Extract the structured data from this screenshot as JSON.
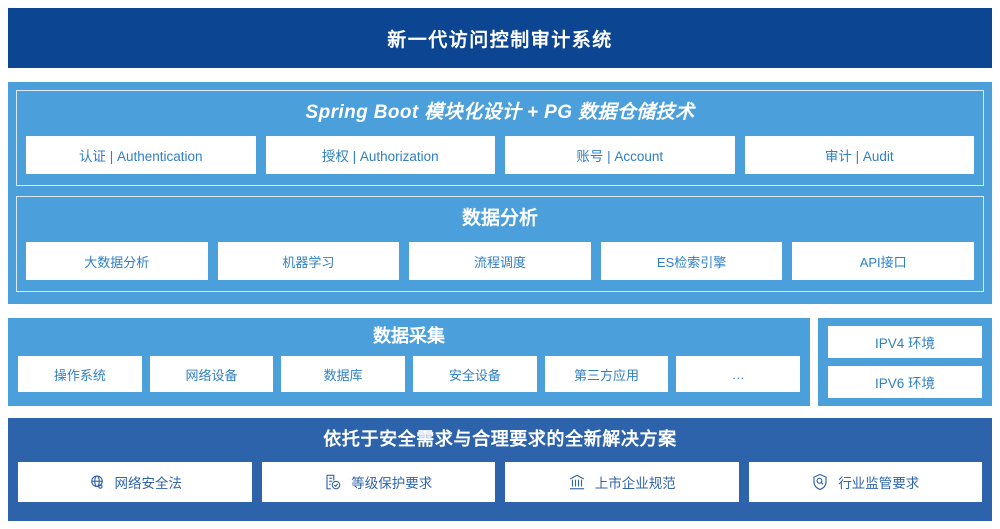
{
  "header": {
    "title": "新一代访问控制审计系统"
  },
  "architecture": {
    "platform": {
      "title": "Spring Boot 模块化设计 + PG 数据仓储技术",
      "cards": [
        {
          "label": "认证 | Authentication"
        },
        {
          "label": "授权 | Authorization"
        },
        {
          "label": "账号 | Account"
        },
        {
          "label": "审计 | Audit"
        }
      ]
    },
    "analysis": {
      "title": "数据分析",
      "cards": [
        {
          "label": "大数据分析"
        },
        {
          "label": "机器学习"
        },
        {
          "label": "流程调度"
        },
        {
          "label": "ES检索引擎"
        },
        {
          "label": "API接口"
        }
      ]
    }
  },
  "collection": {
    "title": "数据采集",
    "cards": [
      {
        "label": "操作系统"
      },
      {
        "label": "网络设备"
      },
      {
        "label": "数据库"
      },
      {
        "label": "安全设备"
      },
      {
        "label": "第三方应用"
      },
      {
        "label": "…"
      }
    ]
  },
  "environments": {
    "items": [
      {
        "label": "IPV4 环境"
      },
      {
        "label": "IPV6 环境"
      }
    ]
  },
  "solution": {
    "title": "依托于安全需求与合理要求的全新解决方案",
    "cards": [
      {
        "label": "网络安全法",
        "icon": "globe-icon"
      },
      {
        "label": "等级保护要求",
        "icon": "document-check-icon"
      },
      {
        "label": "上市企业规范",
        "icon": "bank-icon"
      },
      {
        "label": "行业监管要求",
        "icon": "shield-search-icon"
      }
    ]
  },
  "colors": {
    "header_navy": "#0c4693",
    "panel_blue": "#4b9fdb",
    "banner_blue": "#2c63ab",
    "card_text": "#2f7fc4",
    "card_bg": "#ffffff"
  }
}
